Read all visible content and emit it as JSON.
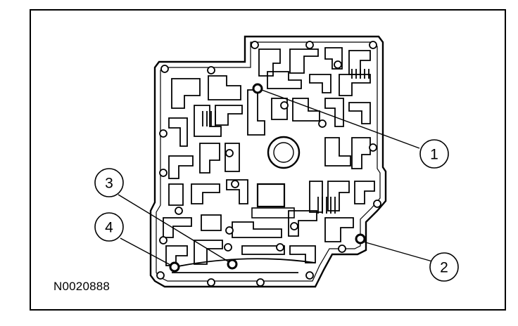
{
  "figure": {
    "id_label": "N0020888"
  },
  "callouts": [
    {
      "label": "1"
    },
    {
      "label": "2"
    },
    {
      "label": "3"
    },
    {
      "label": "4"
    }
  ],
  "colors": {
    "ink": "#000000",
    "paper": "#ffffff"
  }
}
